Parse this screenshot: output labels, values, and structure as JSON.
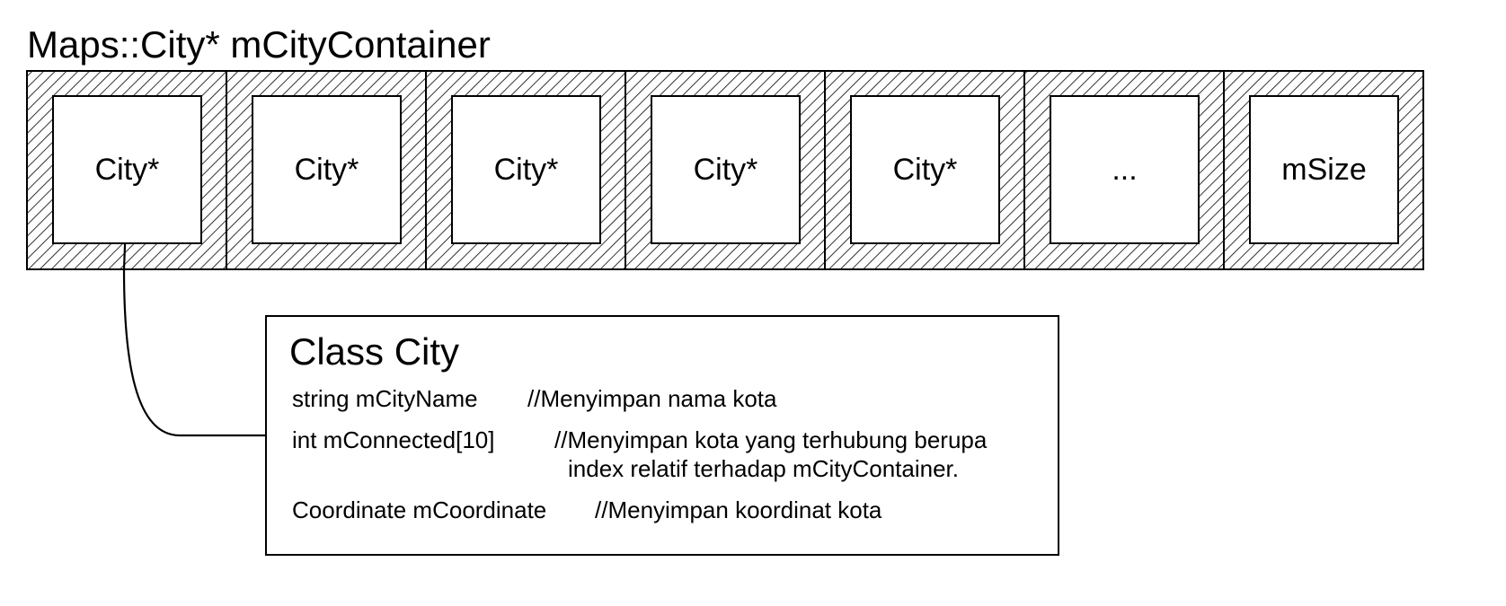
{
  "title": "Maps::City* mCityContainer",
  "container": {
    "cells": [
      {
        "label": "City*"
      },
      {
        "label": "City*"
      },
      {
        "label": "City*"
      },
      {
        "label": "City*"
      },
      {
        "label": "City*"
      },
      {
        "label": "..."
      },
      {
        "label": "mSize"
      }
    ]
  },
  "class_box": {
    "title": "Class City",
    "fields": [
      {
        "decl": "string mCityName",
        "comment": "//Menyimpan nama kota",
        "comment_cont": ""
      },
      {
        "decl": "int mConnected[10]",
        "comment": "//Menyimpan kota yang terhubung berupa",
        "comment_cont": "index relatif terhadap mCityContainer."
      },
      {
        "decl": "Coordinate mCoordinate",
        "comment": "//Menyimpan koordinat kota",
        "comment_cont": ""
      }
    ]
  },
  "colors": {
    "stroke": "#000000",
    "background": "#ffffff"
  }
}
